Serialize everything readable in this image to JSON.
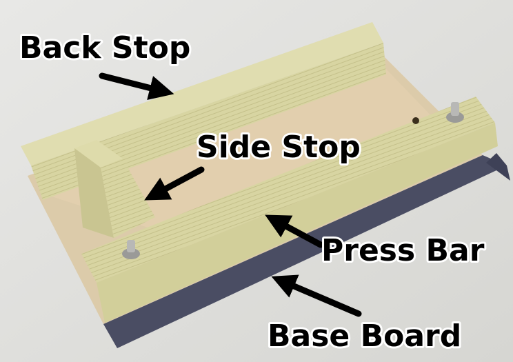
{
  "labels": {
    "back_stop": "Back Stop",
    "side_stop": "Side Stop",
    "press_bar": "Press Bar",
    "base_board": "Base Board"
  },
  "colors": {
    "wood": "#d9d6a4",
    "wood_dark": "#bdb884",
    "paper": "#e0cdaa",
    "base_edge": "#4a4d63",
    "background": "#e2e2df"
  }
}
